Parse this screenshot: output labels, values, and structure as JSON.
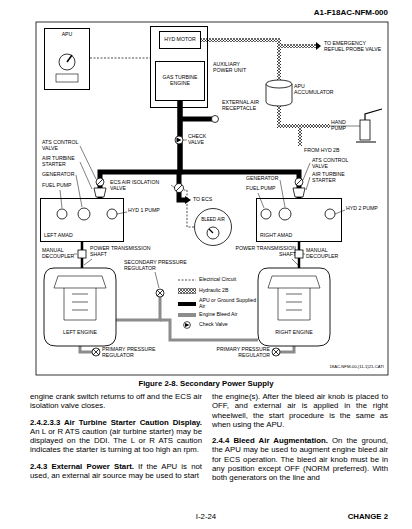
{
  "diagram": {
    "caption": "Figure 2-8. Secondary Power Supply",
    "nodes": [
      {
        "text": [
          "APU"
        ]
      },
      {
        "text": [
          "AUXILIARY POWER UNIT"
        ]
      },
      {
        "text": [
          "HYD MOTOR"
        ],
        "in": 1
      },
      {
        "text": [
          "GAS TURBINE ENGINE"
        ],
        "in": 1
      },
      {
        "text": [
          "APU ACCUMULATOR"
        ]
      },
      {
        "text": [
          "HAND PUMP"
        ]
      },
      {
        "text": [
          "LEFT AMAD"
        ]
      },
      {
        "text": [
          "RIGHT AMAD"
        ]
      },
      {
        "text": [
          "LEFT ENGINE"
        ]
      },
      {
        "text": [
          "RIGHT ENGINE"
        ]
      },
      {
        "text": [
          "BLEED AIR"
        ]
      }
    ],
    "edges": [
      {
        "from": 3,
        "to": 6,
        "arrow": "none"
      },
      {
        "from": 3,
        "to": 7,
        "arrow": "none"
      },
      {
        "from": 4,
        "to": 2,
        "arrow": "none"
      },
      {
        "from": 5,
        "to": 4,
        "arrow": "none"
      },
      {
        "from": 6,
        "to": 8,
        "arrow": "none"
      },
      {
        "from": 7,
        "to": 9,
        "arrow": "none"
      }
    ],
    "labels": [
      "A1-F18AC-NFM-000",
      "TO EMERGENCY REFUEL PROBE VALVE",
      "EXTERNAL AIR RECEPTACLE",
      "CHECK VALVE",
      "FROM HYD 2B",
      "ATS CONTROL VALVE",
      "AIR TURBINE STARTER",
      "GENERATOR",
      "FUEL PUMP",
      "ECS AIR ISOLATION VALVE",
      "HYD 1 PUMP",
      "TO ECS",
      "GENERATOR",
      "ATS CONTROL VALVE",
      "AIR TURBINE STARTER",
      "FUEL PUMP",
      "HYD 2 PUMP",
      "MANUAL DECOUPLER",
      "POWER TRANSMISSION SHAFT",
      "SECONDARY PRESSURE REGULATOR",
      "POWER TRANSMISSION SHAFT",
      "MANUAL DECOUPLER",
      "PRIMARY PRESSURE REGULATOR",
      "PRIMARY PRESSURE REGULATOR",
      "18AC-NFM-00-(11-1)21-CATI",
      "engine crank switch returns to off and the ECS air isolation valve closes.",
      "2.4.2.3.3 Air Turbine Starter Caution Display.",
      "An L or R ATS caution (air turbine starter) may be displayed on the DDI. The L or R ATS caution indicates the starter is turning at too high an rpm.",
      "2.4.3 External Power Start.",
      "If the APU is not used, an external air source may be used to start",
      "the engine(s). After the bleed air knob is placed to OFF, and external air is applied in the right wheelwell, the start procedure is the same as when using the APU.",
      "2.4.4 Bleed Air Augmentation.",
      "On the ground, the APU may be used to augment engine bleed air for ECS operation. The bleed air knob must be in any position except OFF (NORM preferred). With both generators on the line and",
      "I-2-24",
      "CHANGE 2"
    ],
    "legend": [
      {
        "text": "Electrical Circuit"
      },
      {
        "text": "Hydraulic 2B"
      },
      {
        "text": "APU or Ground Supplied Air",
        "color": "#000000"
      },
      {
        "text": "Engine Bleed Air",
        "color": "#8c8c8c"
      },
      {
        "text": "Check Valve"
      }
    ]
  }
}
